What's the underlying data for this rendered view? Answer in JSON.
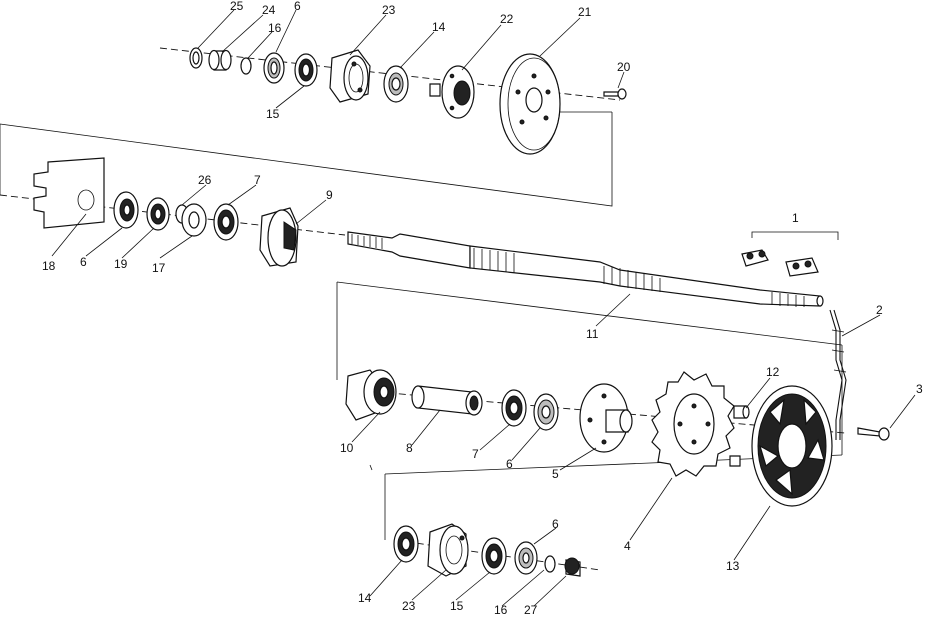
{
  "diagram": {
    "callouts": [
      {
        "id": "c25a",
        "text": "25"
      },
      {
        "id": "c24",
        "text": "24"
      },
      {
        "id": "c16a",
        "text": "16"
      },
      {
        "id": "c6a",
        "text": "6"
      },
      {
        "id": "c23a",
        "text": "23"
      },
      {
        "id": "c14a",
        "text": "14"
      },
      {
        "id": "c22",
        "text": "22"
      },
      {
        "id": "c21",
        "text": "21"
      },
      {
        "id": "c20",
        "text": "20"
      },
      {
        "id": "c15a",
        "text": "15"
      },
      {
        "id": "c26",
        "text": "26"
      },
      {
        "id": "c7a",
        "text": "7"
      },
      {
        "id": "c9",
        "text": "9"
      },
      {
        "id": "c18",
        "text": "18"
      },
      {
        "id": "c6b",
        "text": "6"
      },
      {
        "id": "c19",
        "text": "19"
      },
      {
        "id": "c17",
        "text": "17"
      },
      {
        "id": "c1",
        "text": "1"
      },
      {
        "id": "c11",
        "text": "11"
      },
      {
        "id": "c2",
        "text": "2"
      },
      {
        "id": "c3",
        "text": "3"
      },
      {
        "id": "c12",
        "text": "12"
      },
      {
        "id": "c10",
        "text": "10"
      },
      {
        "id": "c8",
        "text": "8"
      },
      {
        "id": "c7b",
        "text": "7"
      },
      {
        "id": "c6c",
        "text": "6"
      },
      {
        "id": "c5",
        "text": "5"
      },
      {
        "id": "c4",
        "text": "4"
      },
      {
        "id": "c13",
        "text": "13"
      },
      {
        "id": "c6d",
        "text": "6"
      },
      {
        "id": "c14b",
        "text": "14"
      },
      {
        "id": "c23b",
        "text": "23"
      },
      {
        "id": "c15b",
        "text": "15"
      },
      {
        "id": "c16b",
        "text": "16"
      },
      {
        "id": "c27",
        "text": "27"
      }
    ]
  }
}
